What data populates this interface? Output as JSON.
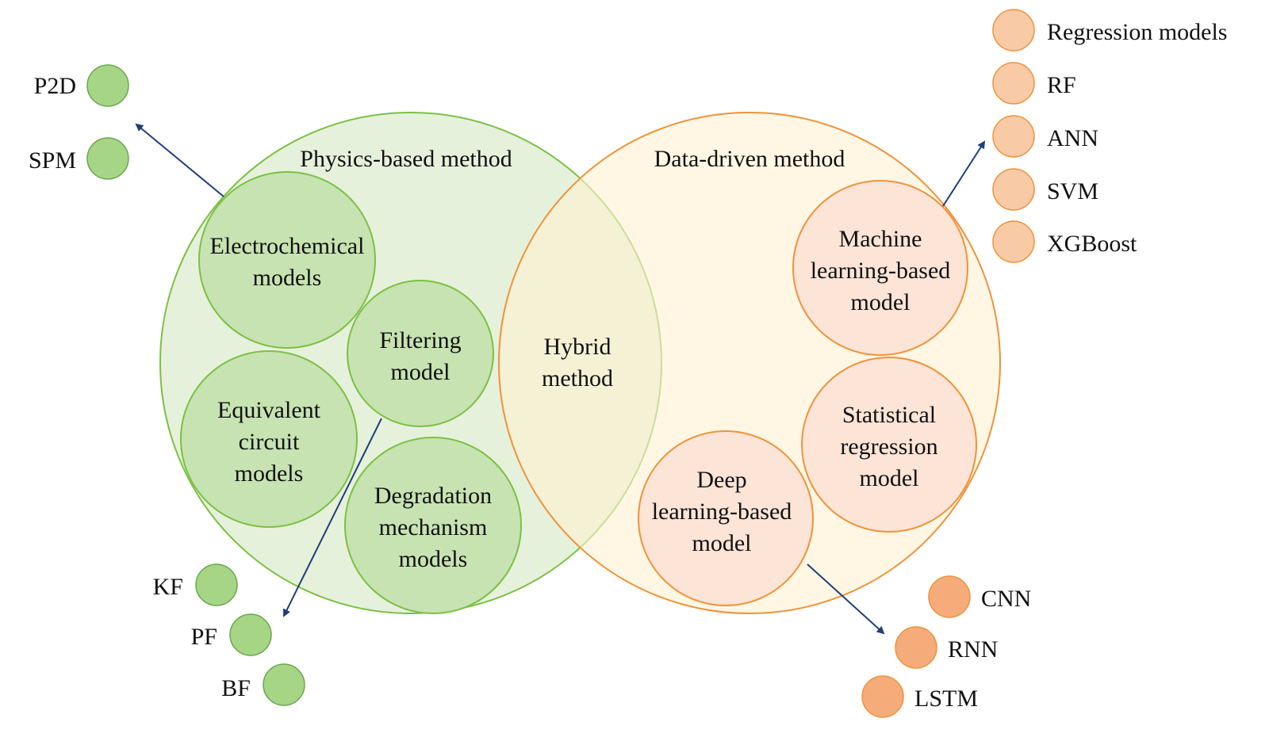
{
  "physics": {
    "title": "Physics-based method",
    "electrochemical": [
      "Electrochemical",
      "models"
    ],
    "equivalent_circuit": [
      "Equivalent",
      "circuit",
      "models"
    ],
    "filtering": [
      "Filtering",
      "model"
    ],
    "degradation": [
      "Degradation",
      "mechanism",
      "models"
    ]
  },
  "data_driven": {
    "title": "Data-driven method",
    "machine_learning": [
      "Machine",
      "learning-based",
      "model"
    ],
    "statistical": [
      "Statistical",
      "regression",
      "model"
    ],
    "deep_learning": [
      "Deep",
      "learning-based",
      "model"
    ]
  },
  "hybrid": [
    "Hybrid",
    "method"
  ],
  "electrochemical_examples": [
    "P2D",
    "SPM"
  ],
  "filter_examples": [
    "KF",
    "PF",
    "BF"
  ],
  "ml_examples": [
    "Regression models",
    "RF",
    "ANN",
    "SVM",
    "XGBoost"
  ],
  "dl_examples": [
    "CNN",
    "RNN",
    "LSTM"
  ],
  "colors": {
    "physics_fill": "#e3f0d8",
    "physics_stroke": "#7cc043",
    "data_fill": "#fff4dd",
    "data_stroke": "#f0923a",
    "green_sub_fill": "#c7e3b1",
    "green_dot_fill": "#a6d585",
    "orange_sub_fill": "#fce4d6",
    "peach_dot_fill": "#f8caa6",
    "orange_dot_fill": "#f5ac7a",
    "arrow": "#1f3f7a"
  }
}
